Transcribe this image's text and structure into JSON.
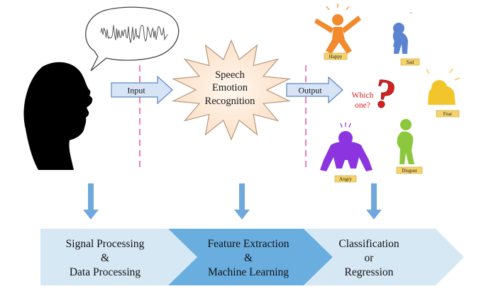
{
  "diagram": {
    "input_label": "Input",
    "output_label": "Output",
    "core_lines": [
      "Speech",
      "Emotion",
      "Recognition"
    ],
    "question": {
      "lines": [
        "Which",
        "one?"
      ],
      "mark": "?"
    },
    "emotions": [
      "Happy",
      "Sad",
      "Fear",
      "Angry",
      "Disgust"
    ],
    "pipeline": [
      {
        "lines": [
          "Signal Processing",
          "&",
          "Data Processing"
        ]
      },
      {
        "lines": [
          "Feature Extraction",
          "&",
          "Machine Learning"
        ]
      },
      {
        "lines": [
          "Classification",
          "or",
          "Regression"
        ]
      }
    ],
    "colors": {
      "arrow_fill": "#d6e4f5",
      "arrow_stroke": "#5b86c2",
      "burst_fill": "#fde9d3",
      "burst_stroke": "#b5987e",
      "dashed_line": "#e8459b",
      "down_arrow": "#6fa8dc",
      "pipeline_light": "#d7e8f5",
      "pipeline_dark": "#6aaee0",
      "question_mark": "#d62020",
      "happy": "#f28a2e",
      "sad": "#5b83cf",
      "fear": "#f3c52c",
      "angry": "#8c34e0",
      "disgust": "#8cc83e",
      "tag_fill": "#f6d36a"
    }
  }
}
